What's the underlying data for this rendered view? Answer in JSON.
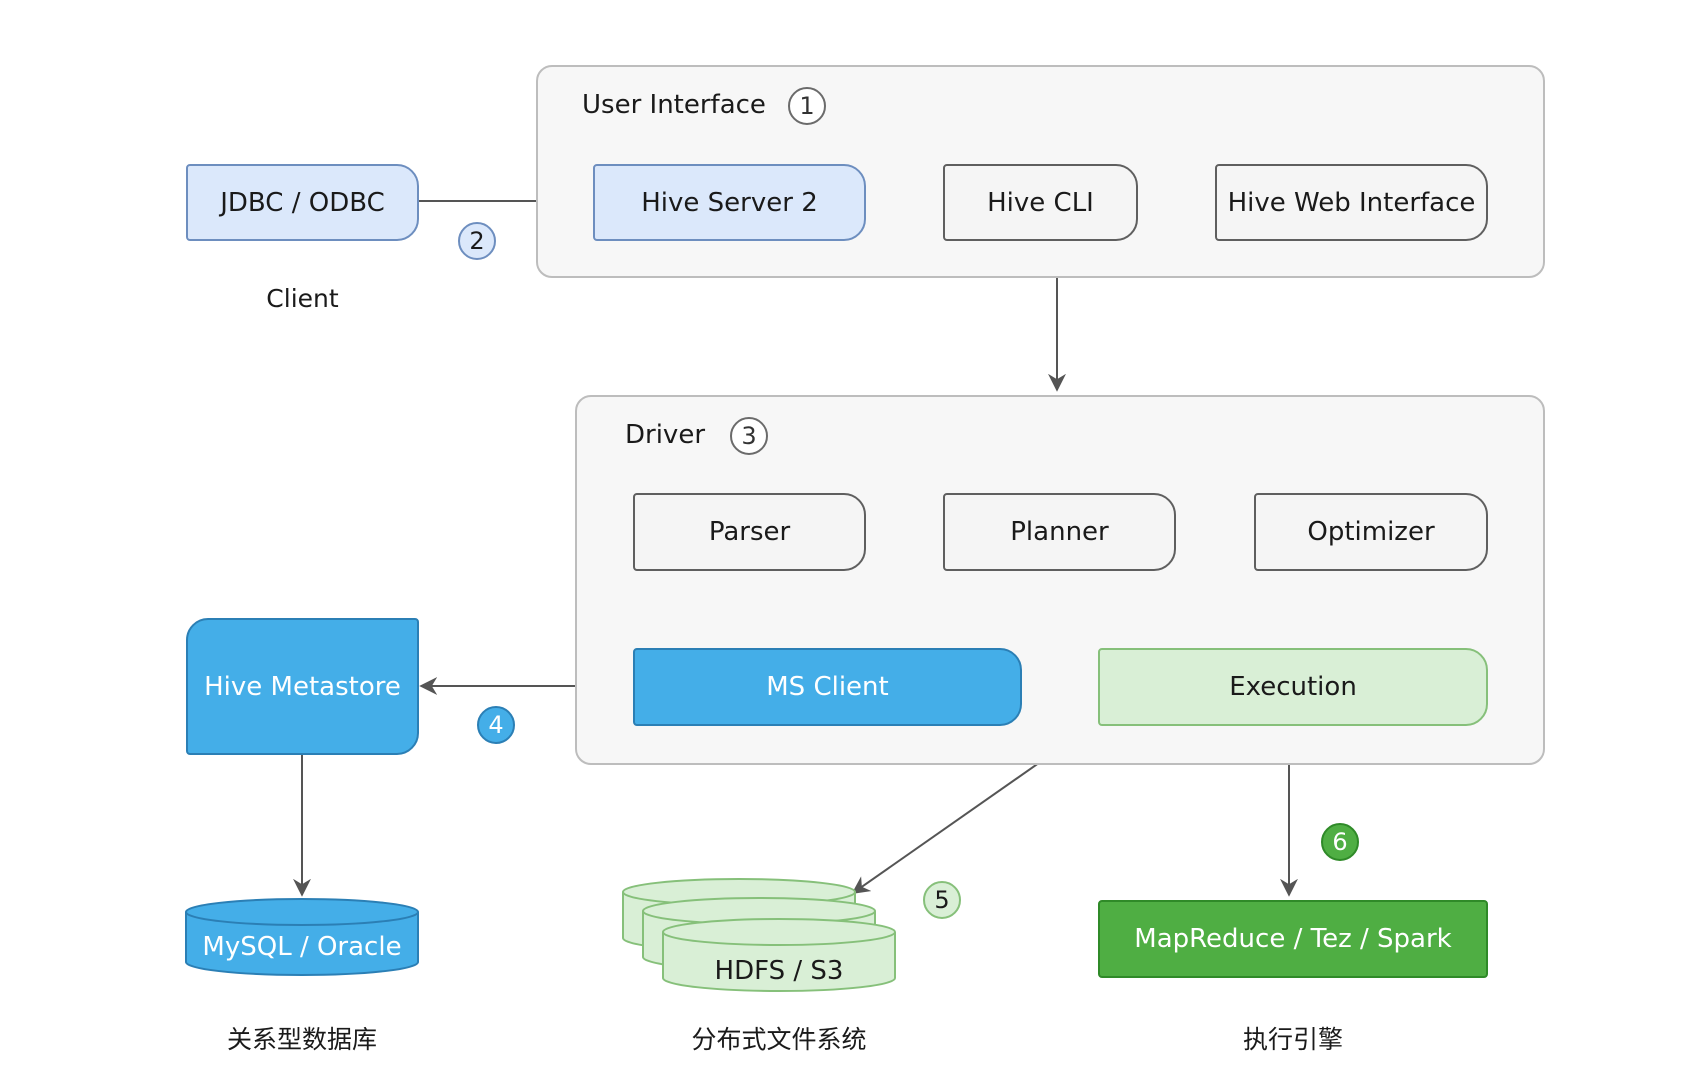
{
  "client": {
    "label": "Client",
    "jdbc": "JDBC / ODBC"
  },
  "user_interface": {
    "title": "User Interface",
    "number": "1",
    "items": [
      "Hive Server 2",
      "Hive CLI",
      "Hive Web Interface"
    ]
  },
  "driver": {
    "title": "Driver",
    "number": "3",
    "items": [
      "Parser",
      "Planner",
      "Optimizer"
    ],
    "ms_client": "MS Client",
    "execution": "Execution"
  },
  "metastore": {
    "label": "Hive Metastore",
    "db": "MySQL / Oracle",
    "caption": "关系型数据库"
  },
  "storage": {
    "label": "HDFS / S3",
    "caption": "分布式文件系统"
  },
  "engine": {
    "label": "MapReduce / Tez / Spark",
    "caption": "执行引擎"
  },
  "steps": {
    "n2": "2",
    "n4": "4",
    "n5": "5",
    "n6": "6"
  },
  "colors": {
    "gray_fill": "#f5f5f5",
    "light_blue": "#dbe8fb",
    "blue": "#44aee8",
    "light_green": "#d9efd6",
    "green": "#4fae43",
    "arrow": "#555555"
  }
}
